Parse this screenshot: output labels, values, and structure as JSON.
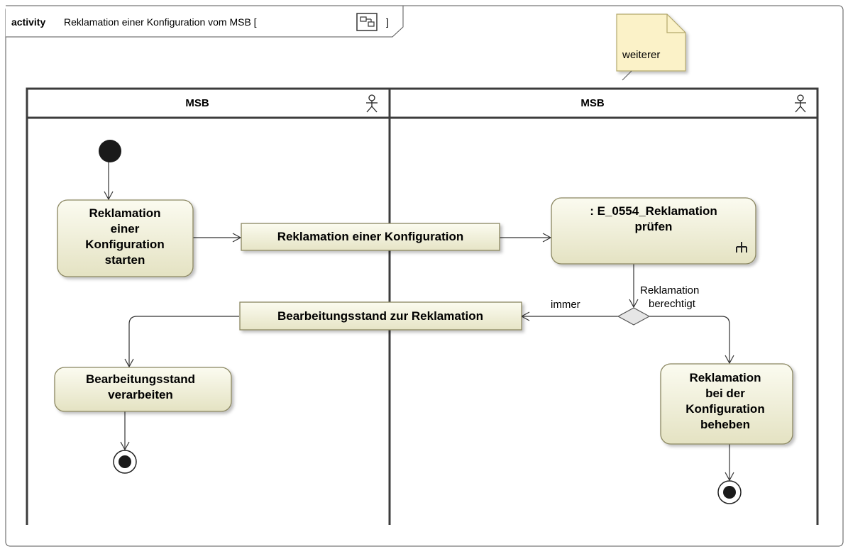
{
  "frame": {
    "keyword": "activity",
    "title": "Reklamation einer Konfiguration vom MSB [",
    "title_end": "]"
  },
  "note": {
    "text": "weiterer"
  },
  "lanes": [
    {
      "title": "MSB"
    },
    {
      "title": "MSB"
    }
  ],
  "actions": {
    "start_claim": [
      "Reklamation",
      "einer",
      "Konfiguration",
      "starten"
    ],
    "check_claim": [
      ": E_0554_Reklamation",
      "prüfen"
    ],
    "process_status": [
      "Bearbeitungsstand",
      "verarbeiten"
    ],
    "fix_claim": [
      "Reklamation",
      "bei der",
      "Konfiguration",
      "beheben"
    ]
  },
  "objects": {
    "claim": "Reklamation einer Konfiguration",
    "status": "Bearbeitungsstand zur Reklamation"
  },
  "guards": {
    "always": "immer",
    "justified_line1": "Reklamation",
    "justified_line2": "berechtigt"
  },
  "colors": {
    "action_fill_top": "#fbfbf0",
    "action_fill_bottom": "#e4e2c2",
    "action_stroke": "#8a8660",
    "note_fill": "#fbf2c8",
    "note_stroke": "#b3a86c",
    "lane_stroke": "#3c3c3c"
  }
}
